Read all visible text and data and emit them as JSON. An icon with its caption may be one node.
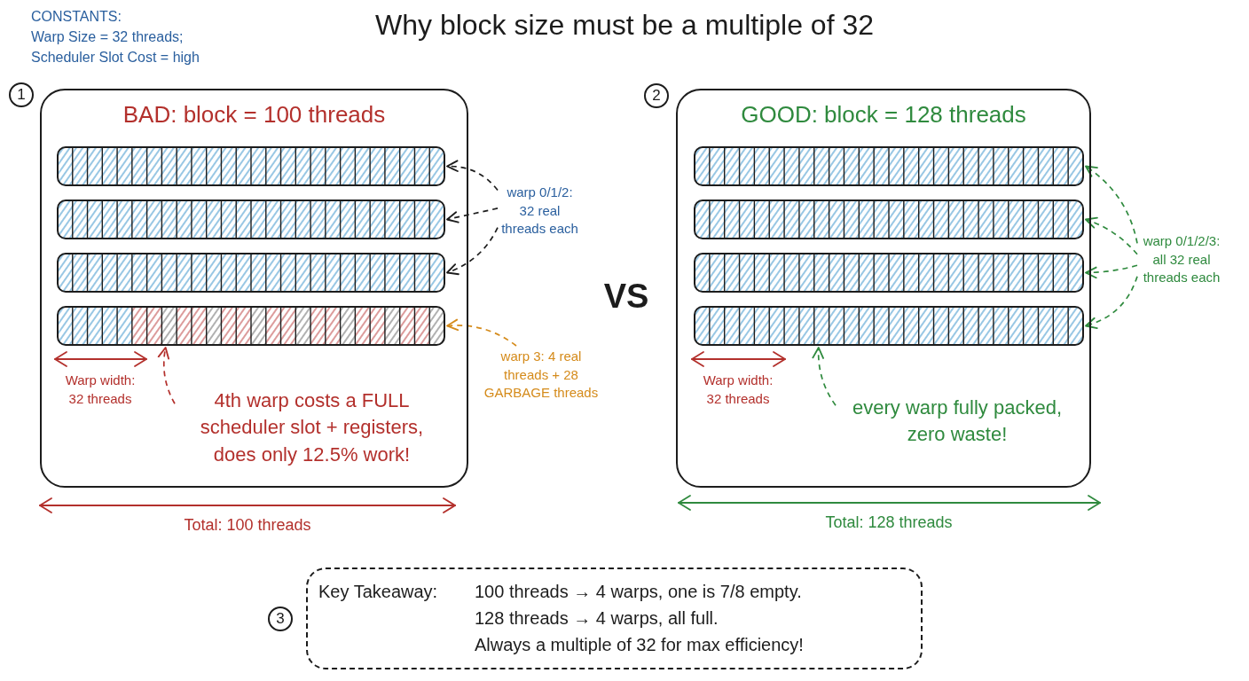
{
  "diagram": {
    "title": "Why block size must be a multiple of 32",
    "nodes": [
      {
        "text": [
          "BAD: block = 100 threads"
        ],
        "beside": [
          "1"
        ]
      },
      {
        "text": [],
        "shape": "bar",
        "in": 0
      },
      {
        "text": [],
        "shape": "bar",
        "in": 0
      },
      {
        "text": [],
        "shape": "bar",
        "in": 0
      },
      {
        "text": [],
        "shape": "bar",
        "in": 0
      },
      {
        "text": [
          "warp 0/1/2: 32 real threads each"
        ]
      },
      {
        "text": [
          "warp 3: 4 real threads + 28 GARBAGE threads"
        ]
      },
      {
        "text": [
          "4th warp costs a FULL scheduler slot + registers, does only 12.5% work!"
        ],
        "in": 0
      },
      {
        "text": [
          "GOOD: block = 128 threads"
        ],
        "beside": [
          "2"
        ]
      },
      {
        "text": [],
        "shape": "bar",
        "in": 8
      },
      {
        "text": [],
        "shape": "bar",
        "in": 8
      },
      {
        "text": [],
        "shape": "bar",
        "in": 8
      },
      {
        "text": [],
        "shape": "bar",
        "in": 8
      },
      {
        "text": [
          "warp 0/1/2/3: all 32 real threads each"
        ]
      },
      {
        "text": [
          "every warp fully packed, zero waste!"
        ],
        "in": 8
      },
      {
        "text": [
          "Key Takeaway:",
          "100 threads → 4 warps, one is 7/8 empty.",
          "128 threads → 4 warps, all full.",
          "Always a multiple of 32 for max efficiency!"
        ],
        "beside": [
          "3"
        ]
      }
    ],
    "edges": [
      {
        "from": 5,
        "to": 1,
        "arrow": "to",
        "style": "dashed",
        "color": "#1c1c1c"
      },
      {
        "from": 5,
        "to": 2,
        "arrow": "to",
        "style": "dashed",
        "color": "#1c1c1c"
      },
      {
        "from": 5,
        "to": 3,
        "arrow": "to",
        "style": "dashed",
        "color": "#1c1c1c"
      },
      {
        "from": 6,
        "to": 4,
        "arrow": "to",
        "style": "dashed",
        "color": "#d58b1b"
      },
      {
        "from": 7,
        "to": 4,
        "arrow": "to",
        "style": "dashed",
        "color": "#b3302c"
      },
      {
        "from": 13,
        "to": 9,
        "arrow": "to",
        "style": "dashed",
        "color": "#2f8a3e"
      },
      {
        "from": 13,
        "to": 10,
        "arrow": "to",
        "style": "dashed",
        "color": "#2f8a3e"
      },
      {
        "from": 13,
        "to": 11,
        "arrow": "to",
        "style": "dashed",
        "color": "#2f8a3e"
      },
      {
        "from": 13,
        "to": 12,
        "arrow": "to",
        "style": "dashed",
        "color": "#2f8a3e"
      },
      {
        "from": 14,
        "to": 12,
        "arrow": "to",
        "style": "dashed",
        "color": "#2f8a3e"
      }
    ],
    "labels": [
      "CONSTANTS:",
      "Warp Size = 32 threads;",
      "Scheduler Slot Cost = high",
      "Warp width: 32 threads",
      "Total: 100 threads",
      "VS",
      "Warp width: 32 threads",
      "Total: 128 threads"
    ]
  }
}
